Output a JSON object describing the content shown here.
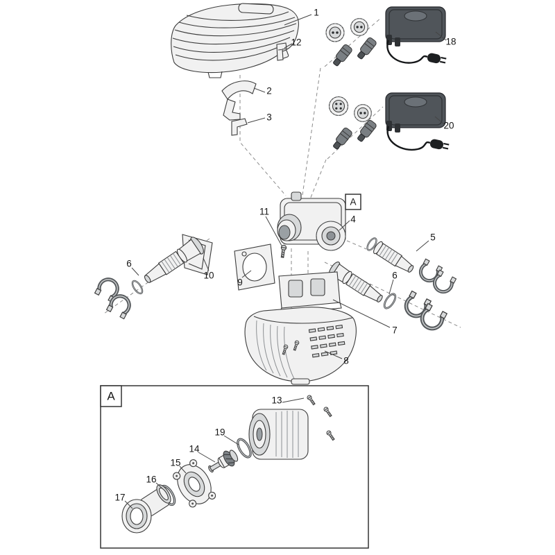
{
  "page": {
    "background": "#ffffff",
    "ink": "#3a3a3a",
    "accent": "#50555a"
  },
  "diagram": {
    "type": "exploded-parts-diagram",
    "callouts": {
      "a_main": "A",
      "a_inset": "A"
    },
    "labels": {
      "n1": "1",
      "n2": "2",
      "n3": "3",
      "n4": "4",
      "n5": "5",
      "n6": "6",
      "n7": "7",
      "n8": "8",
      "n9": "9",
      "n10": "10",
      "n11": "11",
      "n12": "12",
      "n13": "13",
      "n14": "14",
      "n15": "15",
      "n16": "16",
      "n17": "17",
      "n18": "18",
      "n19": "19",
      "n20": "20"
    }
  }
}
